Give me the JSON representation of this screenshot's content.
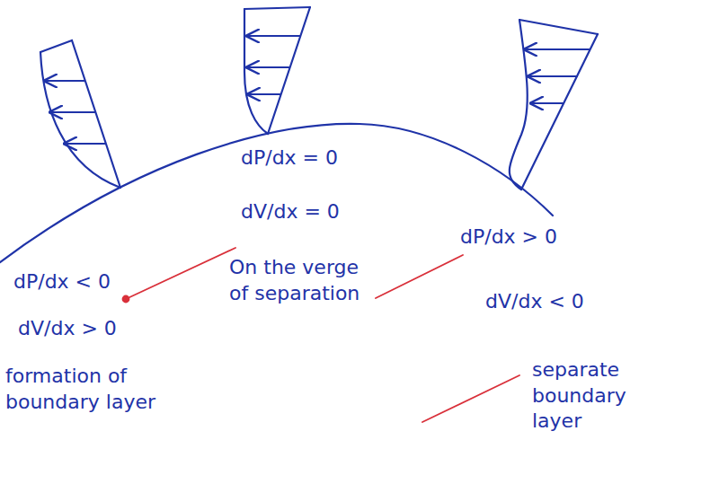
{
  "diagram": {
    "labels": [
      "dP/dx < 0",
      "dV/dx > 0",
      "formation of boundary layer",
      "dP/dx = 0",
      "dV/dx = 0",
      "On the verge of separation",
      "dP/dx > 0",
      "dV/dx < 0",
      "separate boundary layer"
    ]
  }
}
